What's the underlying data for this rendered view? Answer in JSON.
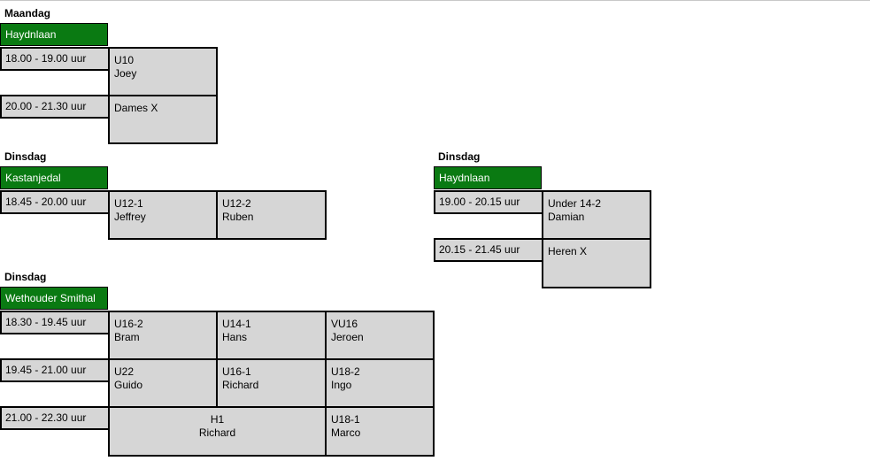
{
  "schedules": [
    {
      "day": "Maandag",
      "location": "Haydnlaan",
      "rows": [
        {
          "time": "18.00 - 19.00 uur",
          "cells": [
            {
              "team": "U10",
              "coach": "Joey"
            }
          ]
        },
        {
          "time": "20.00 - 21.30 uur",
          "cells": [
            {
              "team": "Dames X",
              "coach": ""
            }
          ]
        }
      ]
    },
    {
      "day": "Dinsdag",
      "location": "Kastanjedal",
      "rows": [
        {
          "time": "18.45 - 20.00 uur",
          "cells": [
            {
              "team": "U12-1",
              "coach": "Jeffrey"
            },
            {
              "team": "U12-2",
              "coach": "Ruben"
            }
          ]
        }
      ]
    },
    {
      "day": "Dinsdag",
      "location": "Haydnlaan",
      "rows": [
        {
          "time": "19.00 - 20.15 uur",
          "cells": [
            {
              "team": "Under 14-2",
              "coach": "Damian"
            }
          ]
        },
        {
          "time": "20.15 - 21.45 uur",
          "cells": [
            {
              "team": "Heren X",
              "coach": ""
            }
          ]
        }
      ]
    },
    {
      "day": "Dinsdag",
      "location": "Wethouder Smithal",
      "rows": [
        {
          "time": "18.30 - 19.45 uur",
          "cells": [
            {
              "team": "U16-2",
              "coach": "Bram"
            },
            {
              "team": "U14-1",
              "coach": "Hans"
            },
            {
              "team": "VU16",
              "coach": "Jeroen"
            }
          ]
        },
        {
          "time": "19.45 - 21.00 uur",
          "cells": [
            {
              "team": "U22",
              "coach": "Guido"
            },
            {
              "team": "U16-1",
              "coach": "Richard"
            },
            {
              "team": "U18-2",
              "coach": "Ingo"
            }
          ]
        },
        {
          "time": "21.00 - 22.30 uur",
          "cells": [
            {
              "team": "H1",
              "coach": "Richard"
            },
            {
              "team": "U18-1",
              "coach": "Marco"
            }
          ]
        }
      ]
    }
  ]
}
